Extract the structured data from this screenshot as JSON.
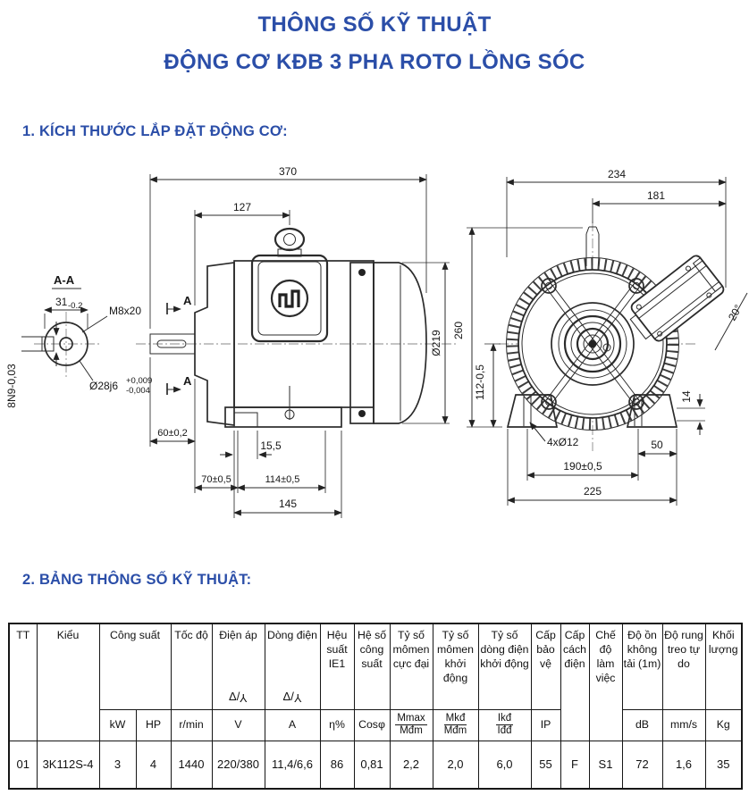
{
  "page": {
    "title_line1": "THÔNG SỐ KỸ THUẬT",
    "title_line2": "ĐỘNG CƠ KĐB 3 PHA ROTO LỒNG SÓC"
  },
  "sections": {
    "s1": "1. KÍCH THƯỚC LẮP ĐẶT ĐỘNG CƠ:",
    "s2": "2. BẢNG THÔNG SỐ KỸ THUẬT:"
  },
  "colors": {
    "accent": "#2b4ea8",
    "line": "#2b2b2b"
  },
  "drawing": {
    "section_view": {
      "label": "A-A",
      "dim_width": "31",
      "dim_width_tol": "-0.2",
      "thread": "M8x20",
      "shaft_dia": "Ø28j6",
      "shaft_tol_up": "+0,009",
      "shaft_tol_dn": "-0,004",
      "keyway": "8N9-0,03"
    },
    "side_view": {
      "marker_a": "A",
      "dim_total": "370",
      "dim_box": "127",
      "dim_dia": "Ø219",
      "dim_shaft": "60±0,2",
      "dim_pad": "15,5",
      "dim_foot1": "70±0,5",
      "dim_holes": "114±0,5",
      "dim_feet": "145"
    },
    "front_view": {
      "dim_width": "234",
      "dim_box": "181",
      "dim_height": "260",
      "dim_center_height": "112-0,5",
      "angle": "20°",
      "dim_pad_thk": "14",
      "holes": "4xØ12",
      "dim_50": "50",
      "dim_190": "190±0,5",
      "dim_225": "225"
    }
  },
  "table": {
    "headers": {
      "tt": "TT",
      "kieu": "Kiểu",
      "cong_suat": "Công suất",
      "toc_do": "Tốc độ",
      "dien_ap": "Điện áp",
      "dong_dien": "Dòng điện",
      "hieu_suat": "Hệu suất IE1",
      "he_so_cong_suat": "Hệ số công suất",
      "ty_so_momen_cuc_dai": "Tỷ số mômen cực đại",
      "ty_so_momen_khoi_dong": "Tỷ số mômen khởi động",
      "ty_so_dong_dien_khoi_dong": "Tỷ số dòng điện khởi động",
      "cap_bao_ve": "Cấp bảo vệ",
      "cap_cach_dien": "Cấp cách điện",
      "che_do_lam_viec": "Chế độ làm việc",
      "do_on": "Độ ồn không tải (1m)",
      "do_rung": "Độ rung treo tự do",
      "khoi_luong": "Khối lượng"
    },
    "units": {
      "delta": "Δ/",
      "wye": "Y",
      "kw": "kW",
      "hp": "HP",
      "rpm": "r/min",
      "volt": "V",
      "amp": "A",
      "eta": "η%",
      "cos": "Cosφ",
      "mmax_n": "Mmax",
      "mmax_d": "Mđm",
      "mkd_n": "Mkđ",
      "mkd_d": "Mđm",
      "ikd_n": "Ikđ",
      "ikd_d": "Iđđ",
      "ip": "IP",
      "db": "dB",
      "mms": "mm/s",
      "kg": "Kg"
    },
    "rows": [
      {
        "tt": "01",
        "kieu": "3K112S-4",
        "kw": "3",
        "hp": "4",
        "rpm": "1440",
        "volt": "220/380",
        "amp": "11,4/6,6",
        "eta": "86",
        "cos": "0,81",
        "mmax": "2,2",
        "mkd": "2,0",
        "ikd": "6,0",
        "ip": "55",
        "insulation": "F",
        "duty": "S1",
        "noise": "72",
        "vibration": "1,6",
        "weight": "35"
      }
    ]
  }
}
